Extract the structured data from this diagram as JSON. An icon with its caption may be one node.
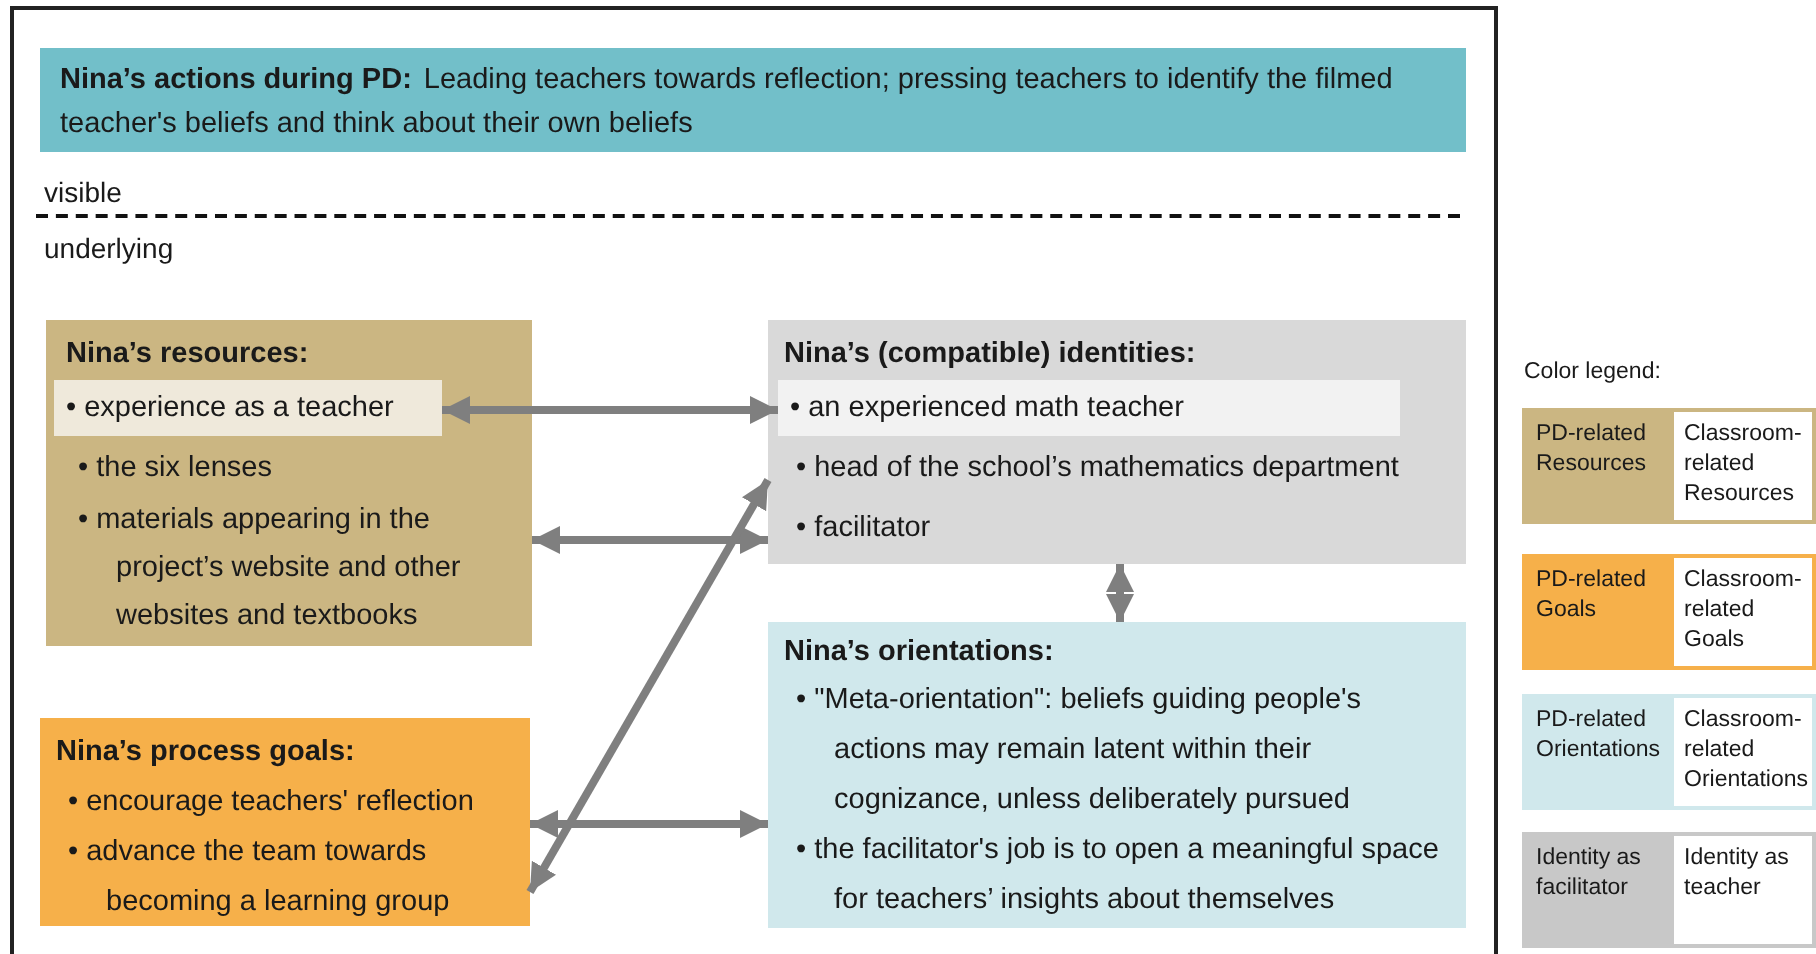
{
  "diagram": {
    "nodes": [
      {
        "text": [
          "Nina’s actions during PD:",
          "Leading teachers towards reflection; pressing teachers to identify the filmed teacher's beliefs and think about their own beliefs"
        ]
      },
      {
        "text": [
          "Nina’s resources:",
          "• the six lenses",
          "• materials appearing in the project’s website and other websites and textbooks"
        ]
      },
      {
        "text": [
          "• experience as a teacher"
        ],
        "in": 1
      },
      {
        "text": [
          "Nina’s (compatible) identities:",
          "• head of the school’s mathematics department",
          "• facilitator"
        ]
      },
      {
        "text": [
          "• an experienced math teacher"
        ],
        "in": 3
      },
      {
        "text": [
          "Nina’s orientations:",
          "• \"Meta-orientation\": beliefs guiding people's actions may remain latent within their cognizance, unless deliberately pursued",
          "• the facilitator's job is to open a meaningful space for teachers’ insights about themselves"
        ]
      },
      {
        "text": [
          "Nina’s process goals:",
          "• encourage teachers' reflection",
          "• advance the team towards becoming a learning group"
        ]
      }
    ],
    "edges": [
      {
        "from": 2,
        "to": 4,
        "arrow": "both"
      },
      {
        "from": 1,
        "to": 3,
        "arrow": "both"
      },
      {
        "from": 6,
        "to": 3,
        "arrow": "both"
      },
      {
        "from": 6,
        "to": 5,
        "arrow": "both"
      },
      {
        "from": 3,
        "to": 5,
        "arrow": "both"
      }
    ],
    "labels": [
      "visible",
      "underlying",
      "Color legend:"
    ],
    "legend": [
      {
        "text": "PD-related Resources",
        "color": "#cbb682"
      },
      {
        "text": "Classroom-related Resources",
        "color": "#ffffff"
      },
      {
        "text": "PD-related Goals",
        "color": "#f6b04a"
      },
      {
        "text": "Classroom-related Goals",
        "color": "#ffffff"
      },
      {
        "text": "PD-related Orientations",
        "color": "#d0e8ec"
      },
      {
        "text": "Classroom-related Orientations",
        "color": "#ffffff"
      },
      {
        "text": "Identity as facilitator",
        "color": "#c8c8c8"
      },
      {
        "text": "Identity as teacher",
        "color": "#ffffff"
      }
    ]
  }
}
